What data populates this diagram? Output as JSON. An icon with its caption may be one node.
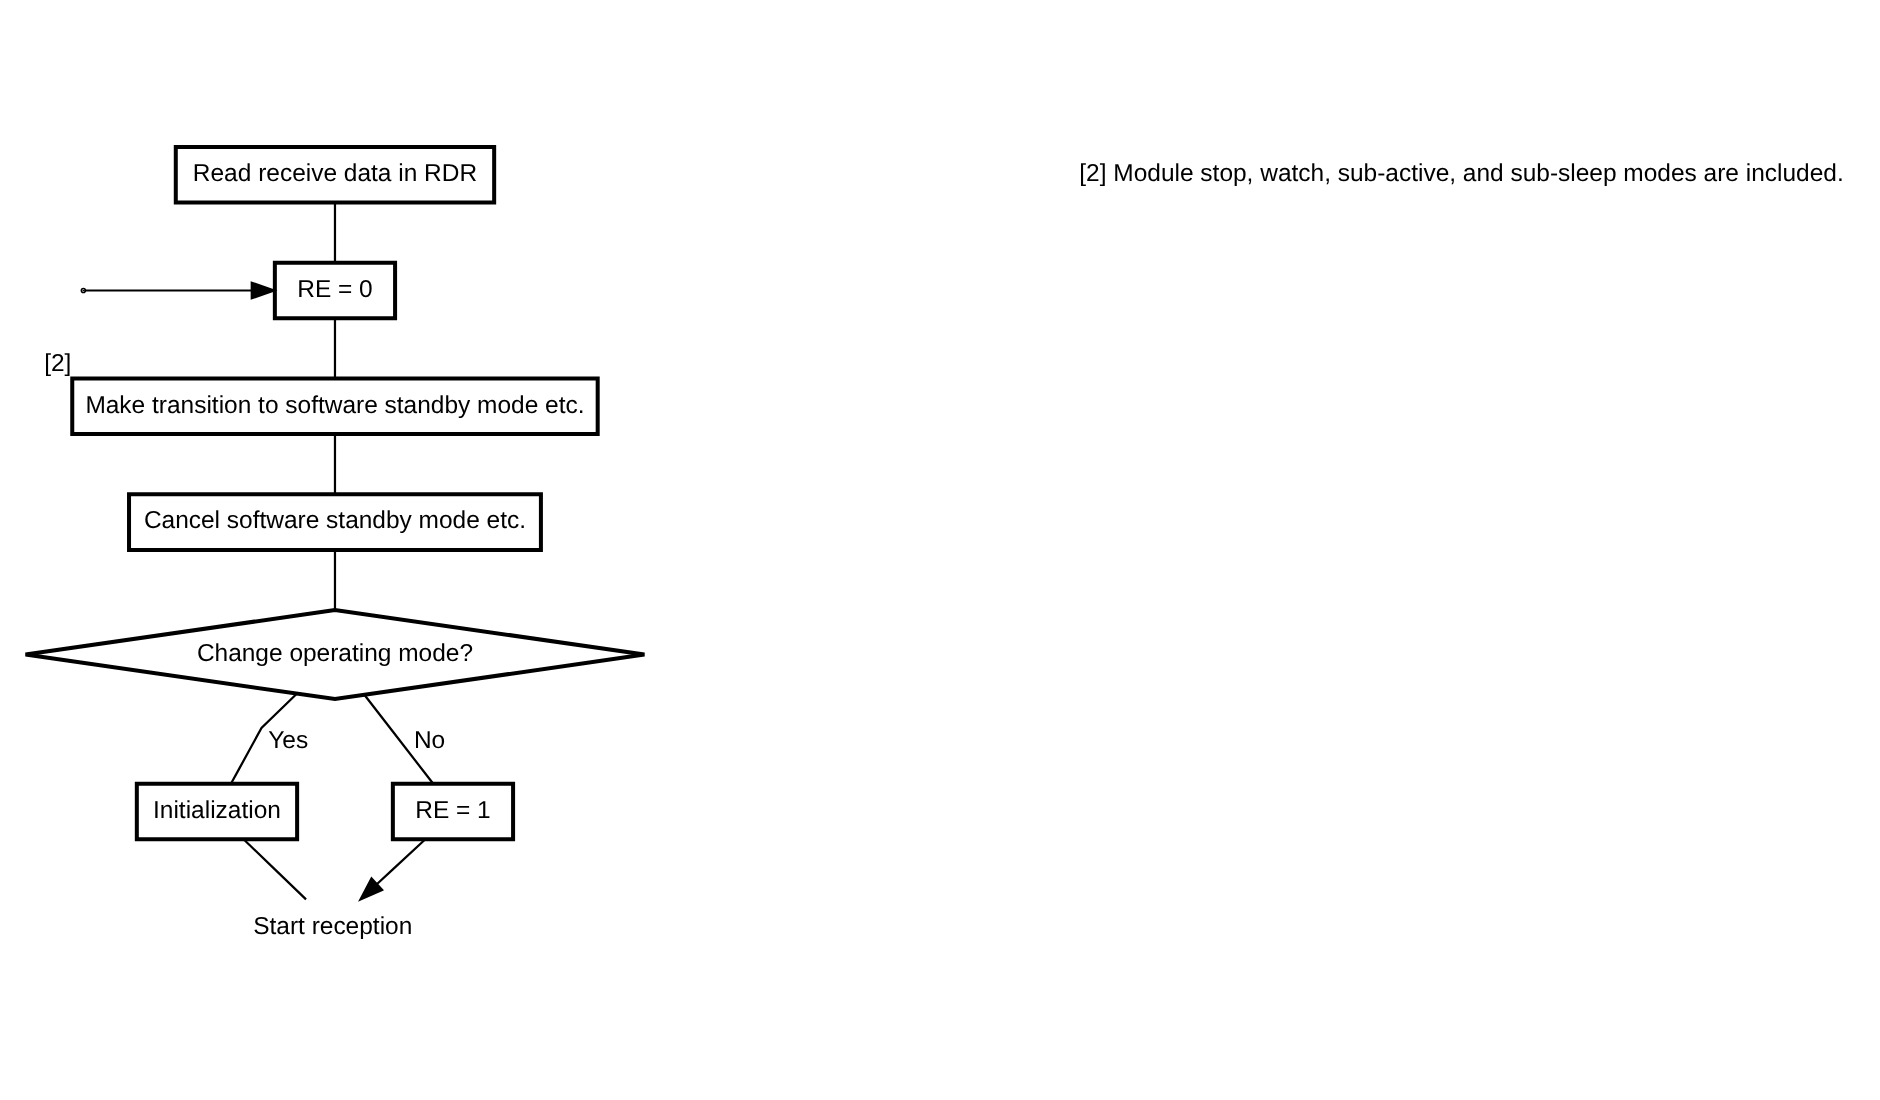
{
  "diagram": {
    "nodes": [
      {
        "text": [
          "Read receive data in RDR"
        ]
      },
      {
        "text": [
          "RE = 0"
        ]
      },
      {
        "text": [
          "Make transition to software standby mode etc."
        ],
        "beside": [
          "[2]"
        ]
      },
      {
        "text": [
          "Cancel software standby mode etc."
        ]
      },
      {
        "text": [
          "Change operating mode?"
        ]
      },
      {
        "text": [
          "Initialization"
        ]
      },
      {
        "text": [
          "RE = 1"
        ]
      },
      {
        "text": [
          "Start reception"
        ]
      }
    ],
    "edges": [
      {
        "from": 0,
        "to": 1,
        "arrow": "none"
      },
      {
        "from": null,
        "to": 1,
        "arrow": "to"
      },
      {
        "from": 1,
        "to": 2,
        "arrow": "none"
      },
      {
        "from": 2,
        "to": 3,
        "arrow": "none"
      },
      {
        "from": 3,
        "to": 4,
        "arrow": "none"
      },
      {
        "from": 4,
        "to": 5,
        "arrow": "none",
        "label": "Yes"
      },
      {
        "from": 4,
        "to": 6,
        "arrow": "none",
        "label": "No"
      },
      {
        "from": 5,
        "to": 7,
        "arrow": "none"
      },
      {
        "from": 6,
        "to": 7,
        "arrow": "to"
      }
    ],
    "labels": [
      "[2] Module stop, watch, sub-active, and sub-sleep modes are included."
    ]
  }
}
